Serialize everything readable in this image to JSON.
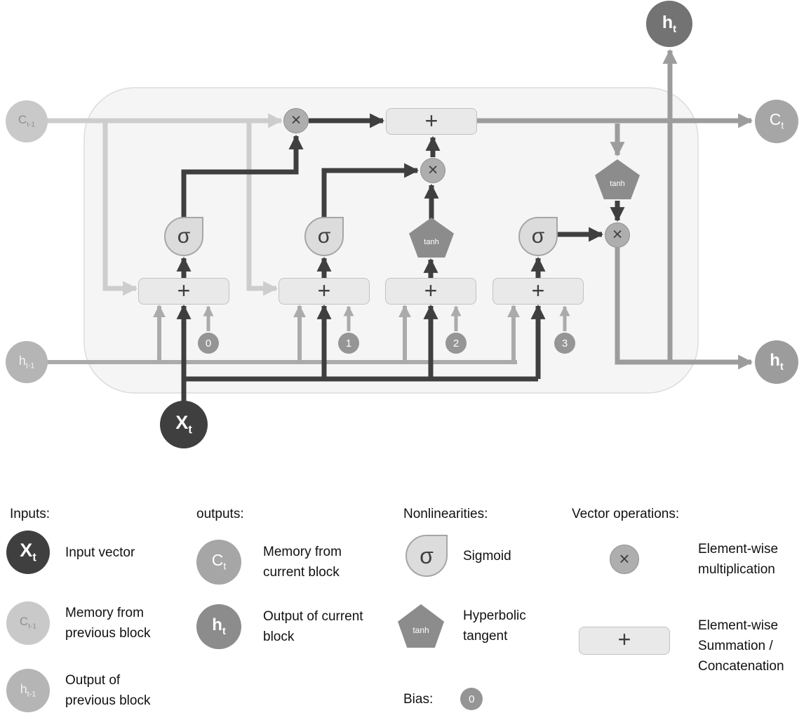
{
  "diagram": {
    "nodes": {
      "xt": {
        "main": "X",
        "sub": "t"
      },
      "ct_prev": {
        "main": "C",
        "sub": "t-1"
      },
      "ht_prev": {
        "main": "h",
        "sub": "t-1"
      },
      "ct_out": {
        "main": "C",
        "sub": "t"
      },
      "ht_top": {
        "main": "h",
        "sub": "t"
      },
      "ht_right": {
        "main": "h",
        "sub": "t"
      }
    },
    "ops": {
      "multiply": "×",
      "sum": "+",
      "sigmoid": "σ",
      "tanh": "tanh"
    },
    "biases": [
      "0",
      "1",
      "2",
      "3"
    ]
  },
  "legend": {
    "inputs": {
      "title": "Inputs:",
      "input_vector": "Input vector",
      "memory_prev": "Memory from previous block",
      "output_prev": "Output of previous block"
    },
    "outputs": {
      "title": "outputs:",
      "memory_current": "Memory from current block",
      "output_current": "Output of current block"
    },
    "nonlinearities": {
      "title": "Nonlinearities:",
      "sigmoid": "Sigmoid",
      "tanh": "Hyperbolic tangent",
      "bias_title": "Bias:",
      "bias_symbol": "0"
    },
    "vector_ops": {
      "title": "Vector operations:",
      "multiply": "Element-wise multiplication",
      "sum": "Element-wise Summation / Concatenation"
    }
  },
  "colors": {
    "dark_line": "#3f3f3f",
    "mid_line": "#ababab",
    "light_line": "#cdcdcd",
    "output_line": "#9c9c9c",
    "block_fill": "#f5f5f5",
    "gate_fill": "#e9e9e9"
  }
}
